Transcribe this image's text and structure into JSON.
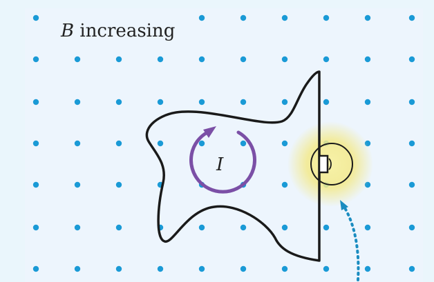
{
  "diagram": {
    "field_label": {
      "symbol": "B",
      "text": "increasing"
    },
    "current_label": "I",
    "colors": {
      "background": "#edf5fd",
      "field_dot": "#1a9ad6",
      "wire": "#1a1a1a",
      "current_arrow": "#7b4fa6",
      "bulb_glow": "#f3e98a",
      "dotted_arrow": "#1a8cc0"
    },
    "icons": {
      "field": "dot-out-of-page-icon",
      "bulb": "light-bulb-icon"
    }
  }
}
